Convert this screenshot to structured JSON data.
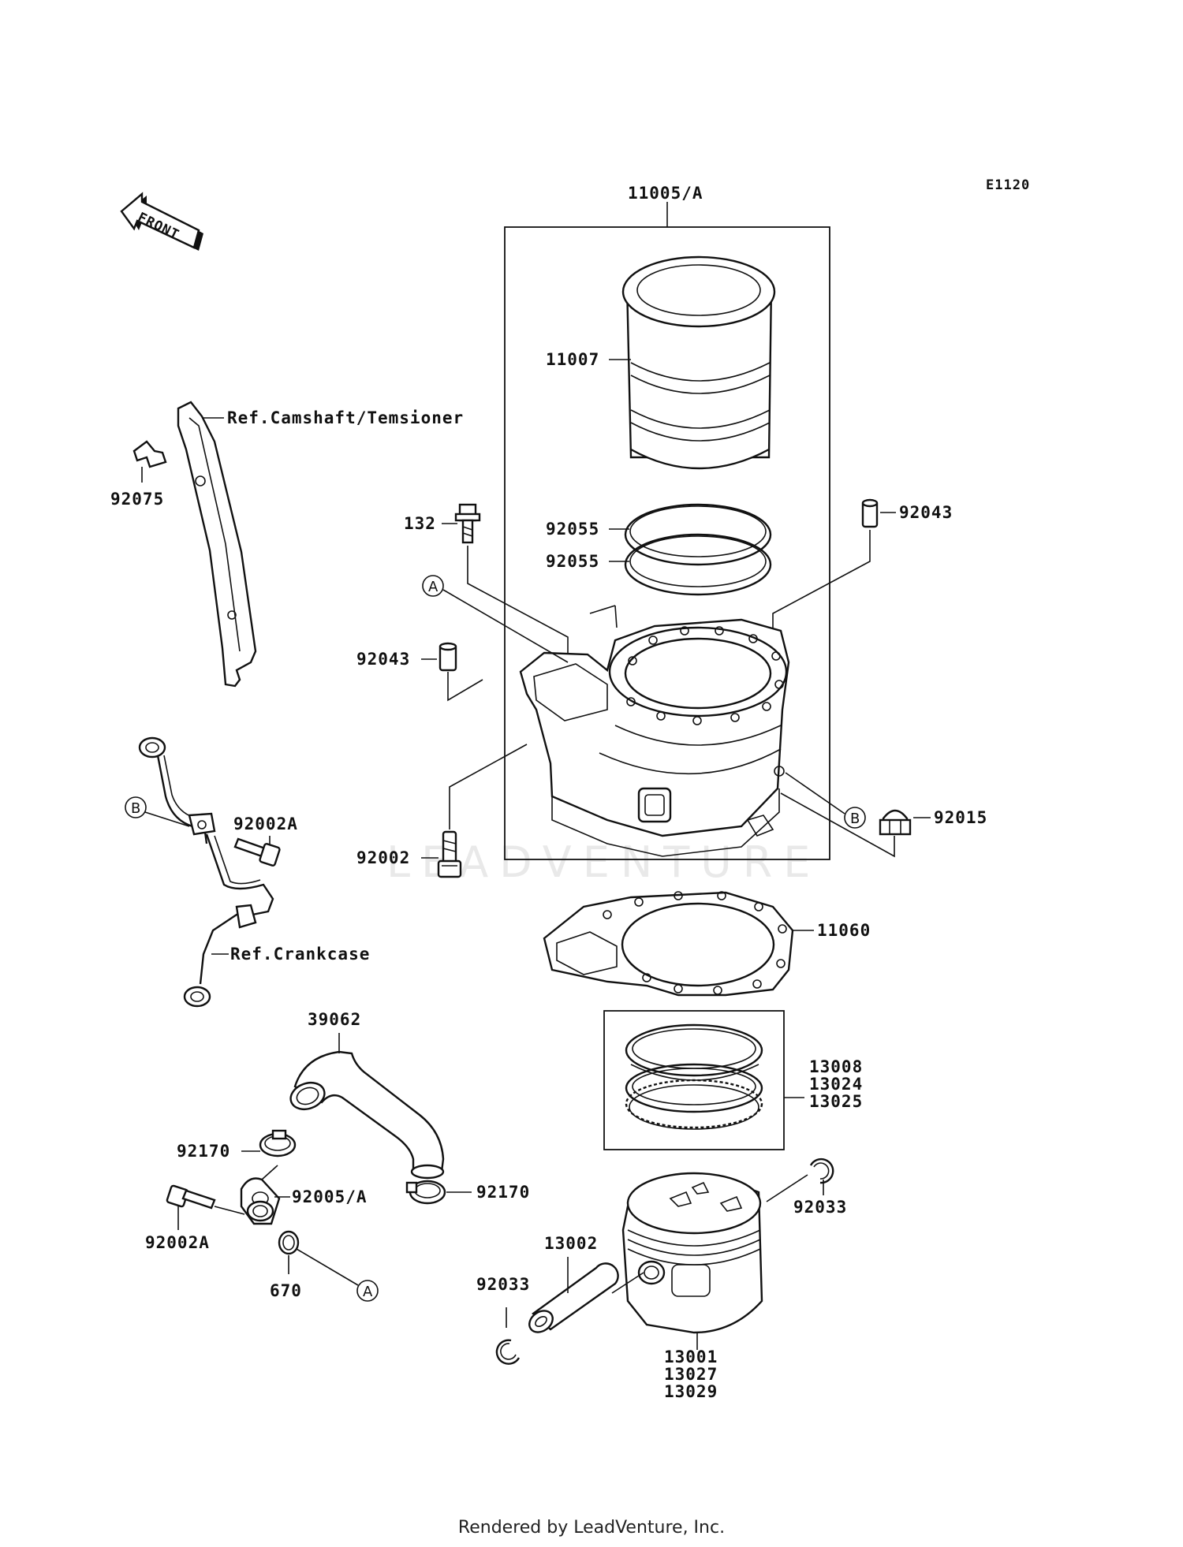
{
  "diagram": {
    "code": "E1120",
    "front_label": "FRONT",
    "watermark": "LEADVENTURE",
    "footer": "Rendered by LeadVenture, Inc.",
    "parts": {
      "cylinder_assy": "11005/A",
      "sleeve": "11007",
      "sleeve_ring_upper": "92055",
      "sleeve_ring_lower": "92055",
      "bolt_132": "132",
      "dowel_right": "92043",
      "dowel_left": "92043",
      "stud_bolt": "92002",
      "cap_nut": "92015",
      "head_gasket": "11060",
      "piston_rings": [
        "13008",
        "13024",
        "13025"
      ],
      "circlip_right": "92033",
      "circlip_left": "92033",
      "piston_pin": "13002",
      "piston": [
        "13001",
        "13027",
        "13029"
      ],
      "chain_guide_bracket": "92075",
      "oil_pipe_bolt": "92002A",
      "hose": "39062",
      "clamp_left": "92170",
      "clamp_right": "92170",
      "fitting": "92005/A",
      "fitting_bolt": "92002A",
      "o_ring": "670"
    },
    "refs": {
      "camshaft": "Ref.Camshaft/Temsioner",
      "crankcase": "Ref.Crankcase"
    },
    "callouts": {
      "a": "A",
      "b": "B"
    }
  }
}
